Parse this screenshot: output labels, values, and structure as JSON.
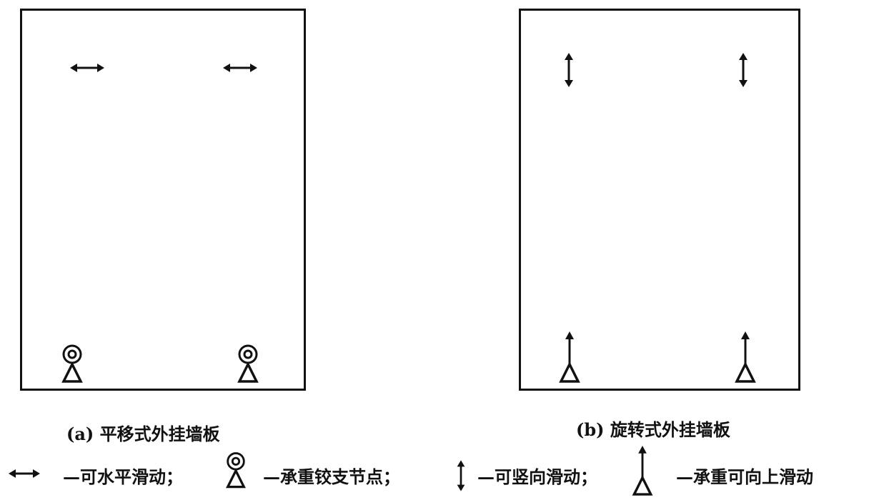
{
  "diagram": {
    "panel_a": {
      "caption": "(a) 平移式外挂墙板",
      "top_connections": [
        "horizontal-slide-icon",
        "horizontal-slide-icon"
      ],
      "bottom_connections": [
        "bearing-hinge-support-icon",
        "bearing-hinge-support-icon"
      ]
    },
    "panel_b": {
      "caption": "(b) 旋转式外挂墙板",
      "top_connections": [
        "vertical-slide-icon",
        "vertical-slide-icon"
      ],
      "bottom_connections": [
        "bearing-upward-slide-icon",
        "bearing-upward-slide-icon"
      ]
    },
    "legend": [
      {
        "icon": "horizontal-slide-icon",
        "label": "—可水平滑动；"
      },
      {
        "icon": "bearing-hinge-support-icon",
        "label": "—承重铰支节点；"
      },
      {
        "icon": "vertical-slide-icon",
        "label": "—可竖向滑动；"
      },
      {
        "icon": "bearing-upward-slide-icon",
        "label": "—承重可向上滑动"
      }
    ],
    "colors": {
      "line": "#111111",
      "background": "#ffffff"
    }
  }
}
